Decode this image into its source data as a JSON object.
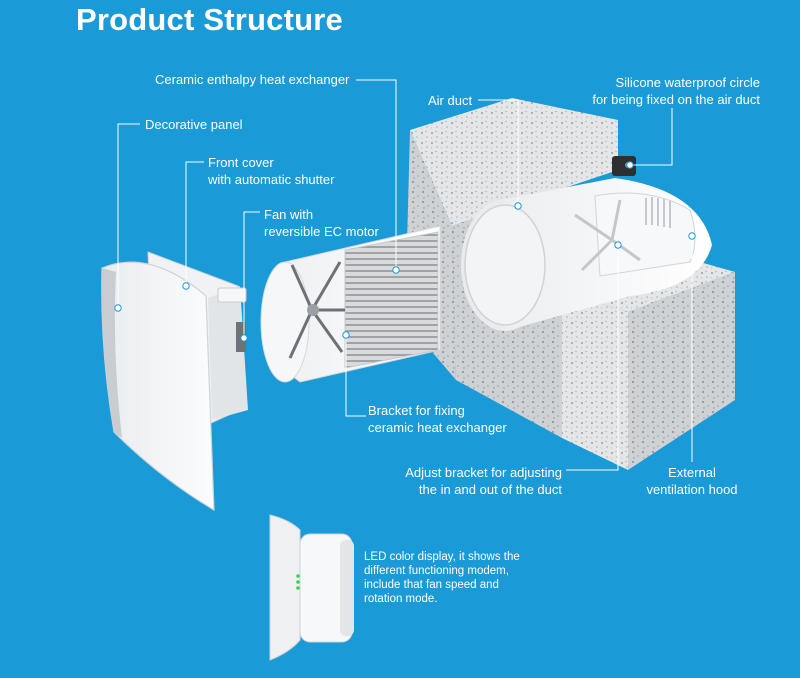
{
  "title": "Product Structure",
  "labels": {
    "ceramic": "Ceramic enthalpy heat exchanger",
    "decorative": "Decorative panel",
    "front_cover": [
      "Front cover",
      "with automatic shutter"
    ],
    "fan": [
      "Fan with",
      "reversible EC motor"
    ],
    "air_duct": "Air duct",
    "silicone": [
      "Silicone waterproof circle",
      "for being fixed on the air duct"
    ],
    "bracket": [
      "Bracket for fixing",
      "ceramic heat exchanger"
    ],
    "adjust": [
      "Adjust bracket for adjusting",
      "the in and out of the duct"
    ],
    "hood": [
      "External",
      "ventilation hood"
    ],
    "led": [
      "LED color display, it shows the",
      "different functioning modem,",
      "include that fan speed and",
      "rotation mode."
    ]
  },
  "colors": {
    "background": "#1a9ad6",
    "text": "#ffffff",
    "led": "#39d353"
  }
}
